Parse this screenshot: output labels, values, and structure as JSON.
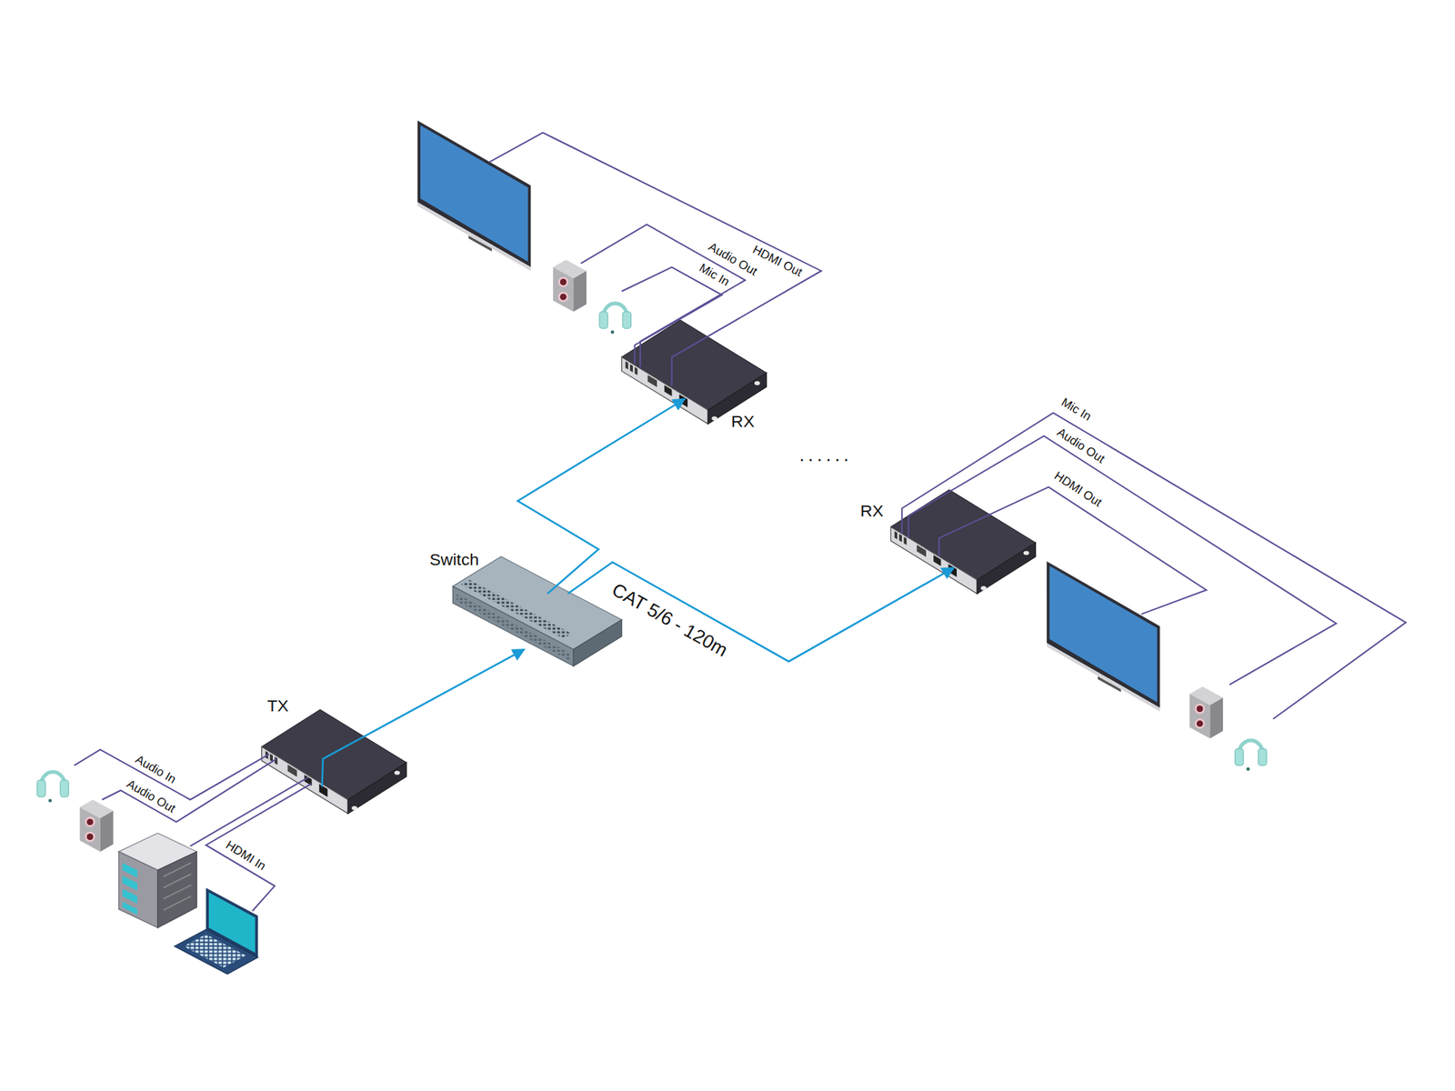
{
  "diagram": {
    "nodes": [
      {
        "text": [
          "RX"
        ]
      },
      {
        "text": [
          "RX"
        ]
      },
      {
        "text": [
          "Switch"
        ]
      },
      {
        "text": [
          "TX"
        ]
      }
    ],
    "edges": [
      {
        "from": 3,
        "to": 2,
        "arrow": "to"
      },
      {
        "from": 2,
        "to": 0,
        "arrow": "to"
      },
      {
        "from": 2,
        "to": 1,
        "label": "CAT 5/6 - 120m",
        "arrow": "to"
      }
    ],
    "labels": [
      "HDMI Out",
      "Audio Out",
      "Mic In",
      "......",
      "Mic In",
      "Audio Out",
      "HDMI Out",
      "Audio In",
      "Audio Out",
      "HDMI In"
    ]
  }
}
